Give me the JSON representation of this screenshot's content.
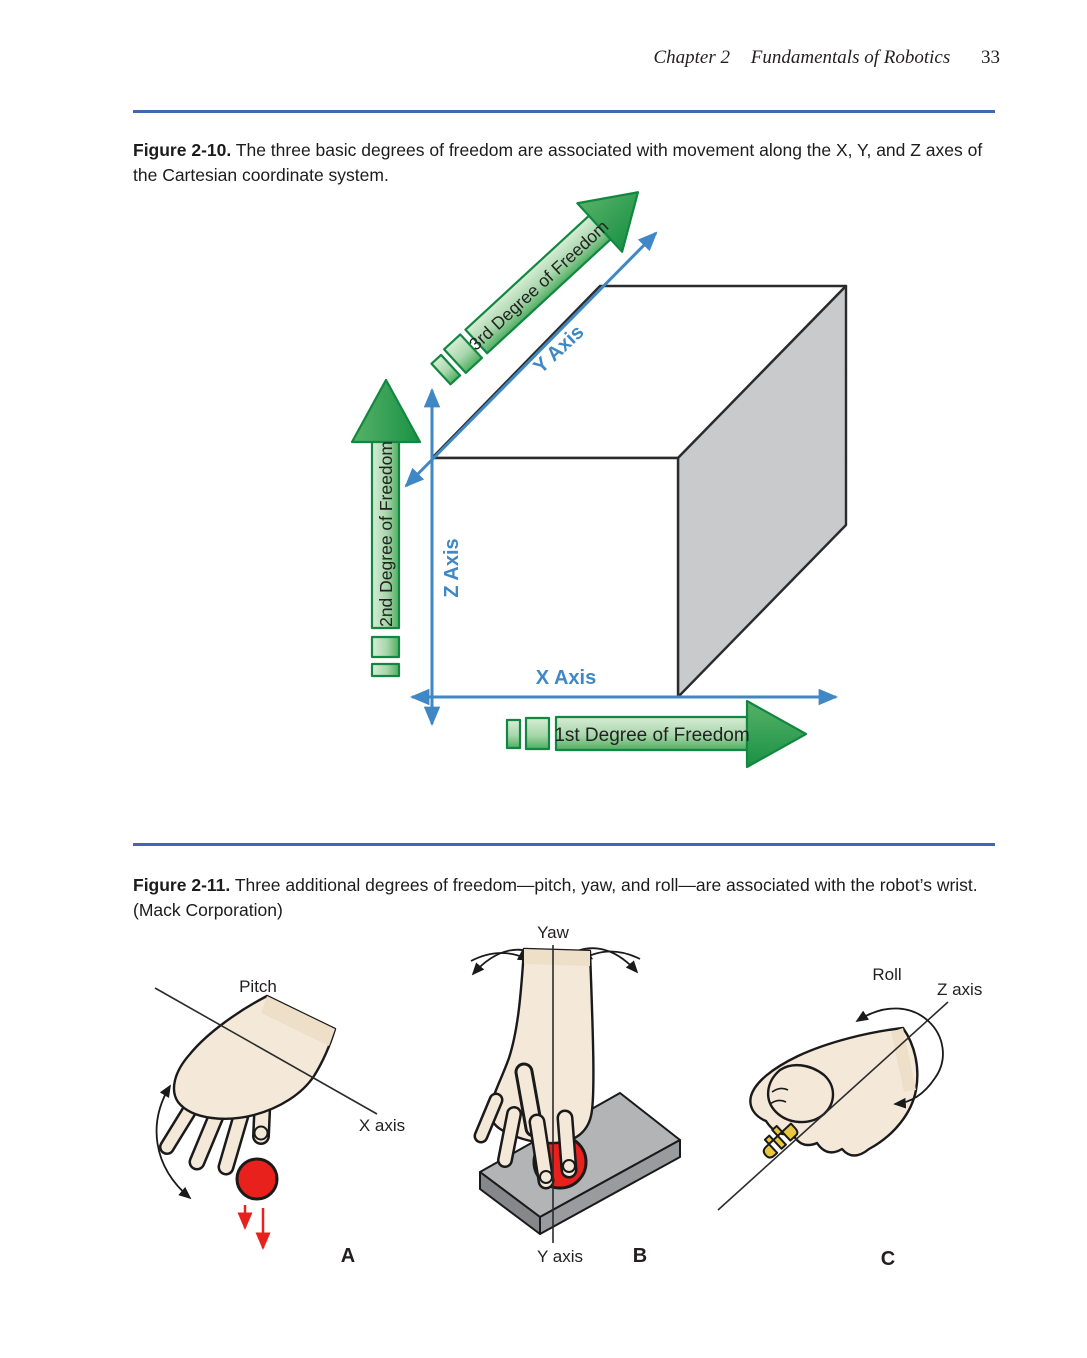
{
  "header": {
    "chapter": "Chapter 2",
    "book_title": "Fundamentals of Robotics",
    "page_number": "33"
  },
  "figure_2_10": {
    "caption_label": "Figure 2-10.",
    "caption_text": "The three basic degrees of freedom are associated with movement along the X, Y, and Z axes of the Cartesian coordinate system.",
    "labels": {
      "x_axis": "X Axis",
      "y_axis": "Y Axis",
      "z_axis": "Z Axis",
      "dof1": "1st Degree of Freedom",
      "dof2": "2nd Degree of Freedom",
      "dof3": "3rd Degree of Freedom"
    },
    "colors": {
      "axis_blue": "#3f88c5",
      "green_border": "#128742",
      "green_light": "#d7edd5",
      "green_mid": "#4fae61",
      "cube_side_gray": "#c9cacc"
    }
  },
  "figure_2_11": {
    "caption_label": "Figure 2-11.",
    "caption_text": "Three additional degrees of freedom—pitch, yaw, and roll—are associated with the robot’s wrist. (Mack Corporation)",
    "panels": [
      {
        "motion_label": "Pitch",
        "axis_label": "X axis",
        "panel_letter": "A"
      },
      {
        "motion_label": "Yaw",
        "axis_label": "Y axis",
        "panel_letter": "B"
      },
      {
        "motion_label": "Roll",
        "axis_label": "Z axis",
        "panel_letter": "C"
      }
    ],
    "colors": {
      "ball_red": "#e8211d",
      "plate_gray": "#b3b4b6",
      "hand_cream": "#f4e9d8",
      "key_gold": "#e9c73d",
      "rule_blue": "#3f68b0"
    }
  }
}
